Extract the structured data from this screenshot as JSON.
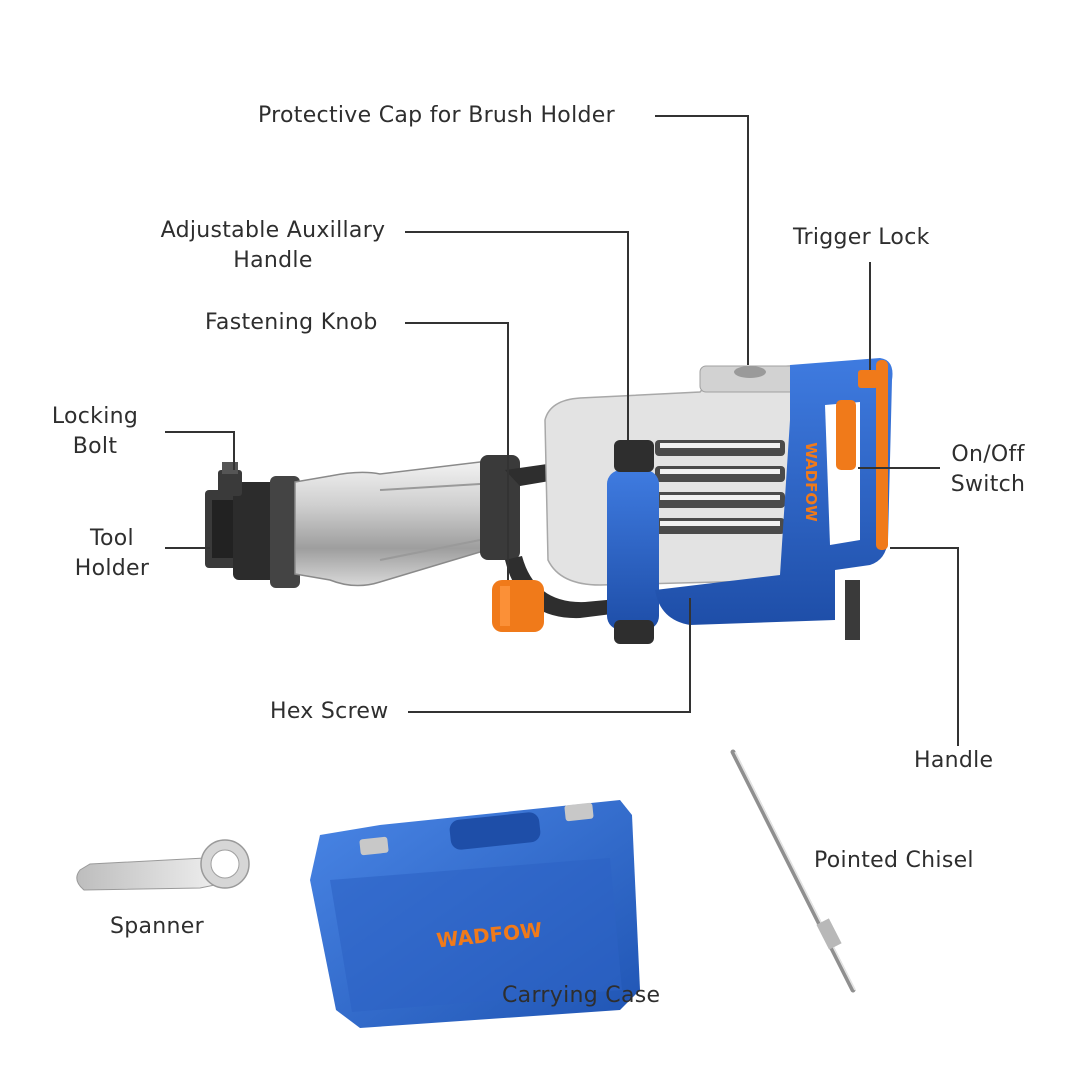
{
  "brand": {
    "name": "WADFOW",
    "primary_color": "#2b5fc4",
    "accent_color": "#f07a1a"
  },
  "labels": {
    "protective_cap": "Protective Cap for Brush Holder",
    "aux_handle_line1": "Adjustable Auxillary",
    "aux_handle_line2": "Handle",
    "trigger_lock": "Trigger Lock",
    "fastening_knob": "Fastening Knob",
    "locking_bolt_line1": "Locking",
    "locking_bolt_line2": "Bolt",
    "on_off_line1": "On/Off",
    "on_off_line2": "Switch",
    "tool_holder_line1": "Tool",
    "tool_holder_line2": "Holder",
    "hex_screw": "Hex Screw",
    "handle": "Handle",
    "pointed_chisel": "Pointed Chisel",
    "spanner": "Spanner",
    "carrying_case": "Carrying Case"
  },
  "icons": [
    "demolition-hammer-icon",
    "spanner-icon",
    "carrying-case-icon",
    "pointed-chisel-icon"
  ]
}
